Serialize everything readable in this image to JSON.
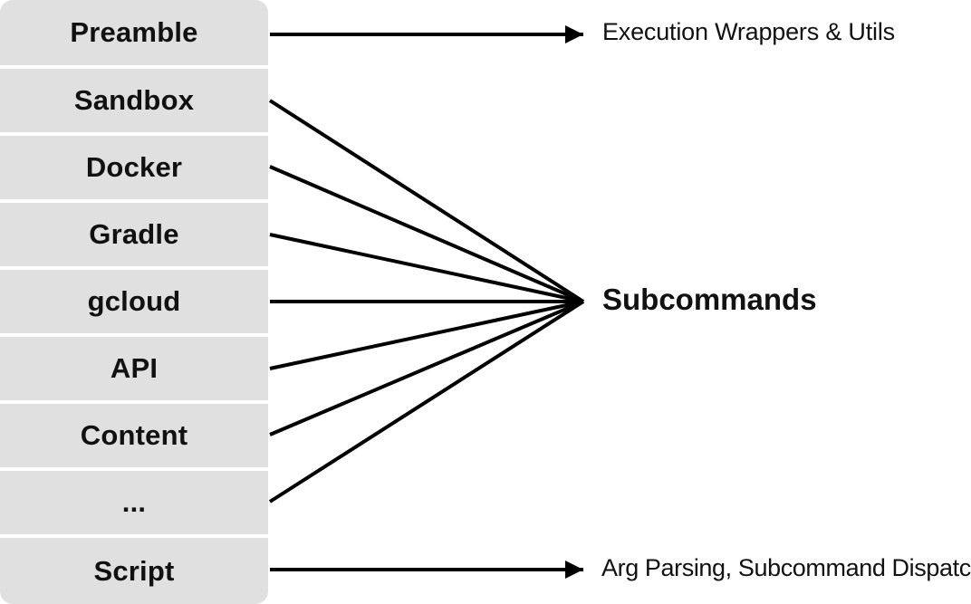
{
  "layers": [
    {
      "label": "Preamble"
    },
    {
      "label": "Sandbox"
    },
    {
      "label": "Docker"
    },
    {
      "label": "Gradle"
    },
    {
      "label": "gcloud"
    },
    {
      "label": "API"
    },
    {
      "label": "Content"
    },
    {
      "label": "..."
    },
    {
      "label": "Script"
    }
  ],
  "annotations": {
    "preamble": "Execution Wrappers & Utils",
    "subcommands": "Subcommands",
    "script": "Arg Parsing, Subcommand Dispatch"
  },
  "colors": {
    "block_fill": "#e0e0e0",
    "line": "#000000",
    "text": "#111111"
  }
}
